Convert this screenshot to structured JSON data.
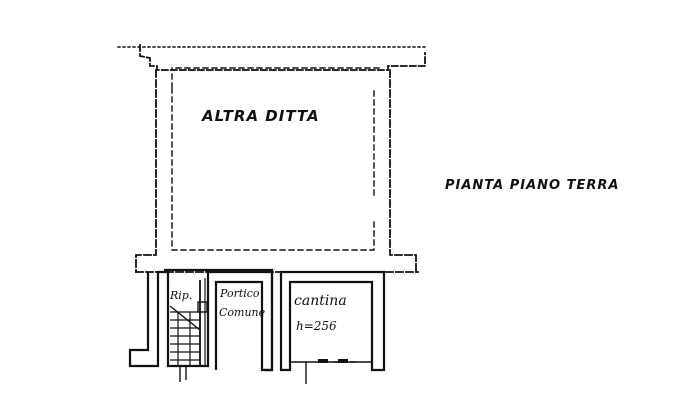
{
  "drawing": {
    "plan_title": "PIANTA PIANO TERRA",
    "ink_color": "#111111",
    "paper_color": "#ffffff"
  },
  "rooms": {
    "upper": {
      "label": "ALTRA DITTA"
    },
    "stair": {
      "label": "Rip."
    },
    "portico": {
      "label_line1": "Portico",
      "label_line2": "Comune"
    },
    "cellar": {
      "label": "cantina",
      "height_note": "h=256"
    }
  }
}
